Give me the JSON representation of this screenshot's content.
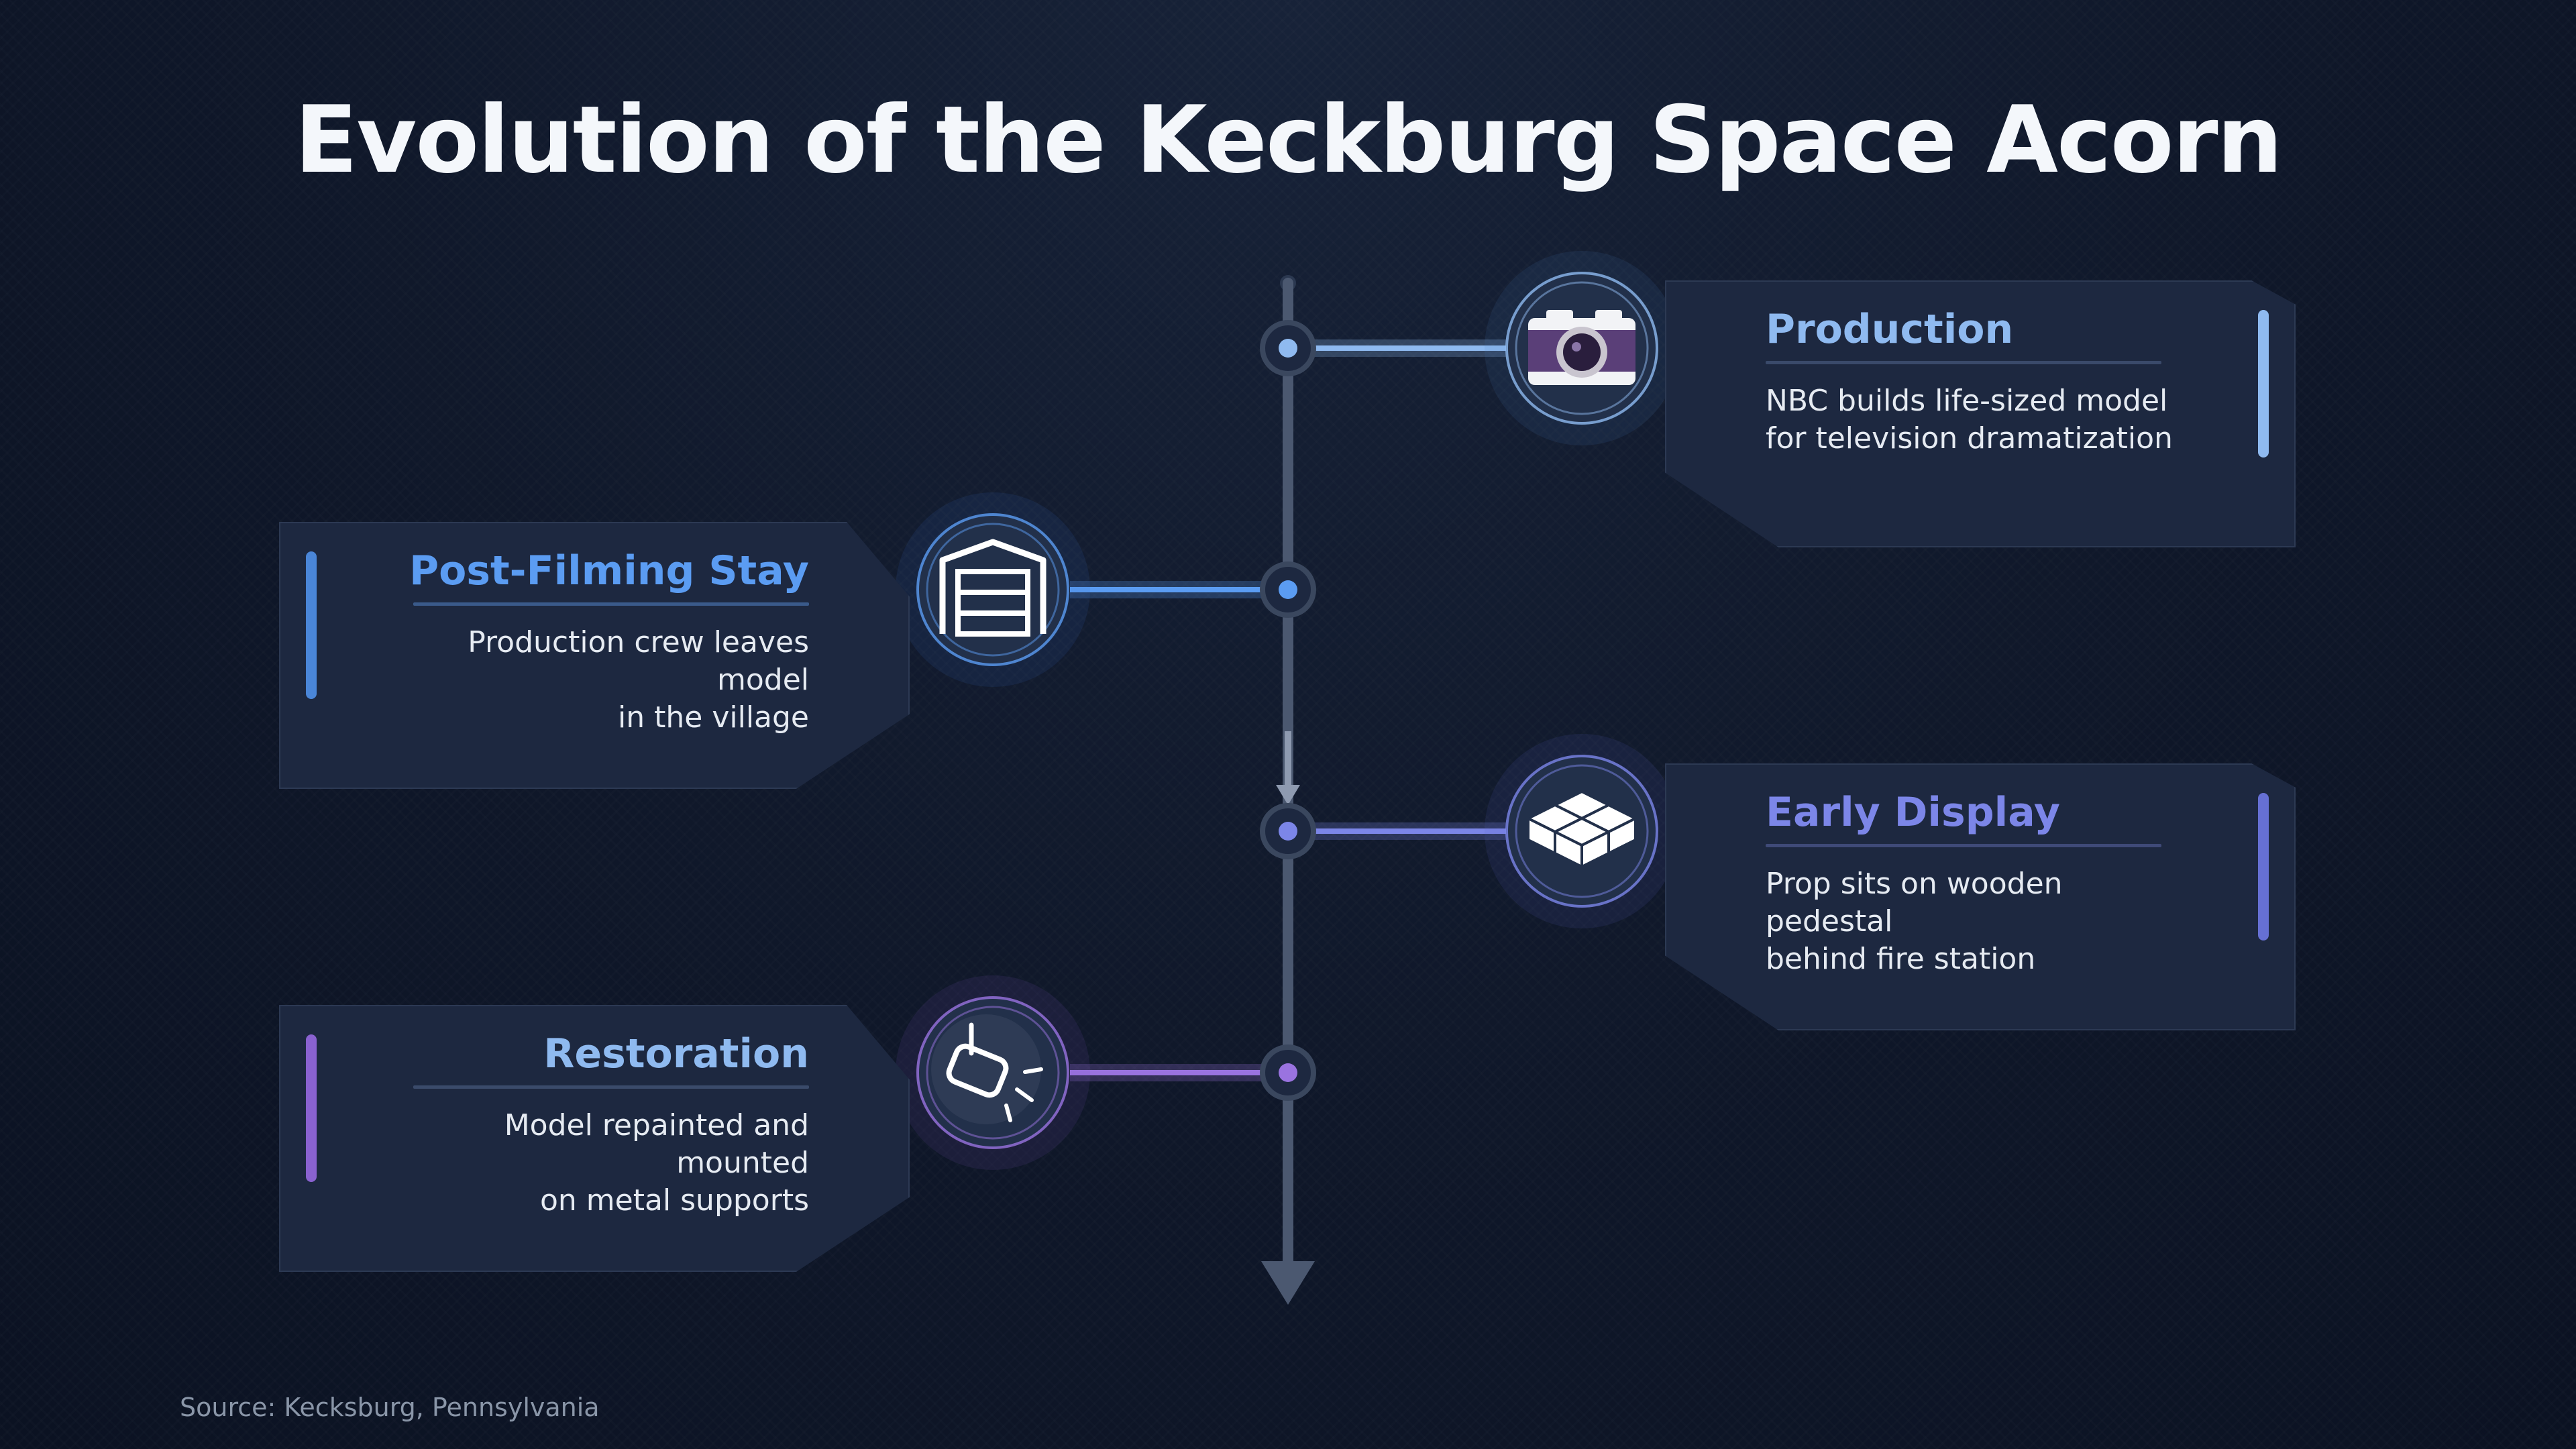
{
  "title": "Evolution of the Keckburg Space Acorn",
  "source": "Source: Kecksburg, Pennsylvania",
  "stages": [
    {
      "title": "Production",
      "description_line1": "NBC builds life-sized model",
      "description_line2": "for television dramatization",
      "side": "right",
      "icon": "camera-icon",
      "color": "#8fbaf0"
    },
    {
      "title": "Post-Filming Stay",
      "description_line1": "Production crew leaves model",
      "description_line2": "in the village",
      "side": "left",
      "icon": "garage-icon",
      "color": "#5b9cf2"
    },
    {
      "title": "Early Display",
      "description_line1": "Prop sits on wooden pedestal",
      "description_line2": "behind fire station",
      "side": "right",
      "icon": "crates-icon",
      "color": "#7c86e8"
    },
    {
      "title": "Restoration",
      "description_line1": "Model repainted and mounted",
      "description_line2": "on metal supports",
      "side": "left",
      "icon": "spotlight-icon",
      "color": "#9a73e0"
    }
  ]
}
